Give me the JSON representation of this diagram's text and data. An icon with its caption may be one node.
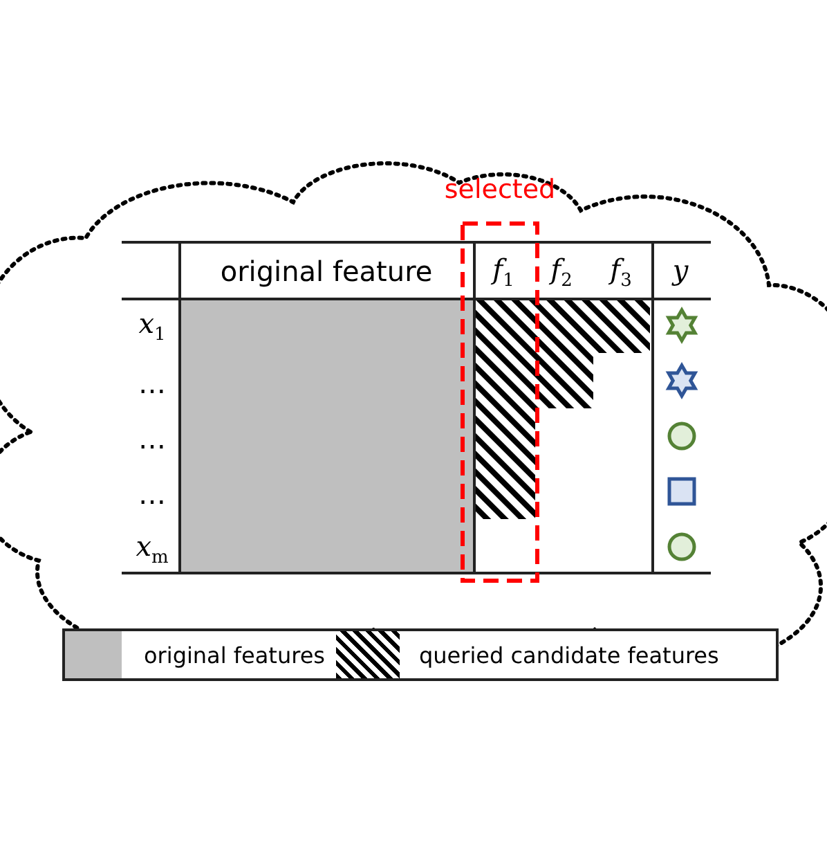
{
  "diagram": {
    "nodes": [
      {
        "text": [],
        "shape": "cloud"
      },
      {
        "text": [
          "selected"
        ],
        "in": 0
      }
    ],
    "labels": [
      "original feature",
      "f$_{1}$",
      "f$_{2}$",
      "f$_{3}$",
      "y",
      "x$_{1}$",
      "…",
      "…",
      "…",
      "x$_{m}$"
    ],
    "legend": [
      {
        "text": "original features",
        "color": "#bfbfbf"
      },
      {
        "text": "queried candidate features"
      }
    ]
  }
}
